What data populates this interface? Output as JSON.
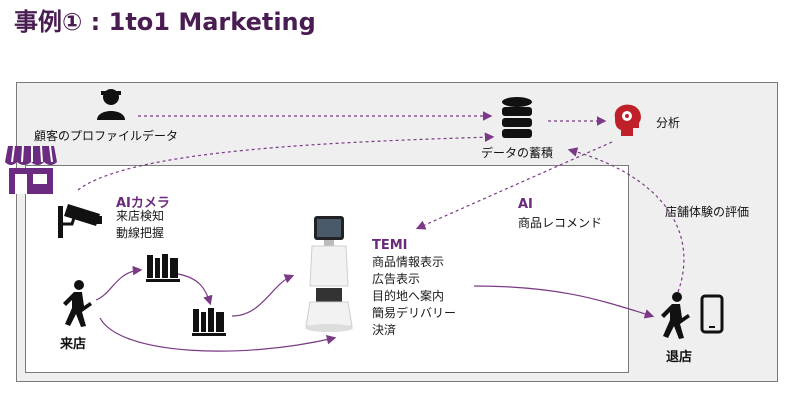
{
  "title": "事例① : 1to1 Marketing",
  "labels": {
    "customer_profile": "顧客のプロファイルデータ",
    "data_store": "データの蓄積",
    "analysis": "分析",
    "ai_camera_title": "AIカメラ",
    "ai_camera_items": [
      "来店検知",
      "動線把握"
    ],
    "ai_title": "AI",
    "ai_recommend": "商品レコメンド",
    "store_eval": "店舗体験の評価",
    "temi_title": "TEMI",
    "temi_items": [
      "商品情報表示",
      "広告表示",
      "目的地へ案内",
      "簡易デリバリー",
      "決済"
    ],
    "enter_store": "来店",
    "exit_store": "退店"
  },
  "colors": {
    "title": "#4a1d52",
    "accent": "#6a2a7a",
    "arrow": "#7b3a86",
    "store_icon": "#6b2b80",
    "brain": "#c0202a"
  },
  "icons": [
    "person-icon",
    "database-icon",
    "brain-gear-icon",
    "store-icon",
    "security-camera-icon",
    "walking-person-icon",
    "bookshelf-icon",
    "robot-icon",
    "smartphone-icon"
  ]
}
